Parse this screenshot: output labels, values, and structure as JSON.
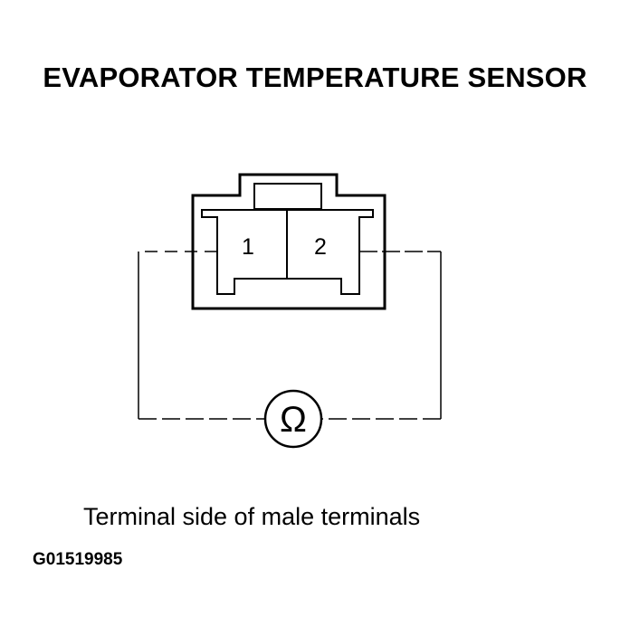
{
  "title": "EVAPORATOR TEMPERATURE SENSOR",
  "connector": {
    "terminal_1": "1",
    "terminal_2": "2"
  },
  "meter": {
    "symbol": "Ω",
    "icon": "ohmmeter-icon"
  },
  "caption": "Terminal side of male terminals",
  "figure_id": "G01519985"
}
